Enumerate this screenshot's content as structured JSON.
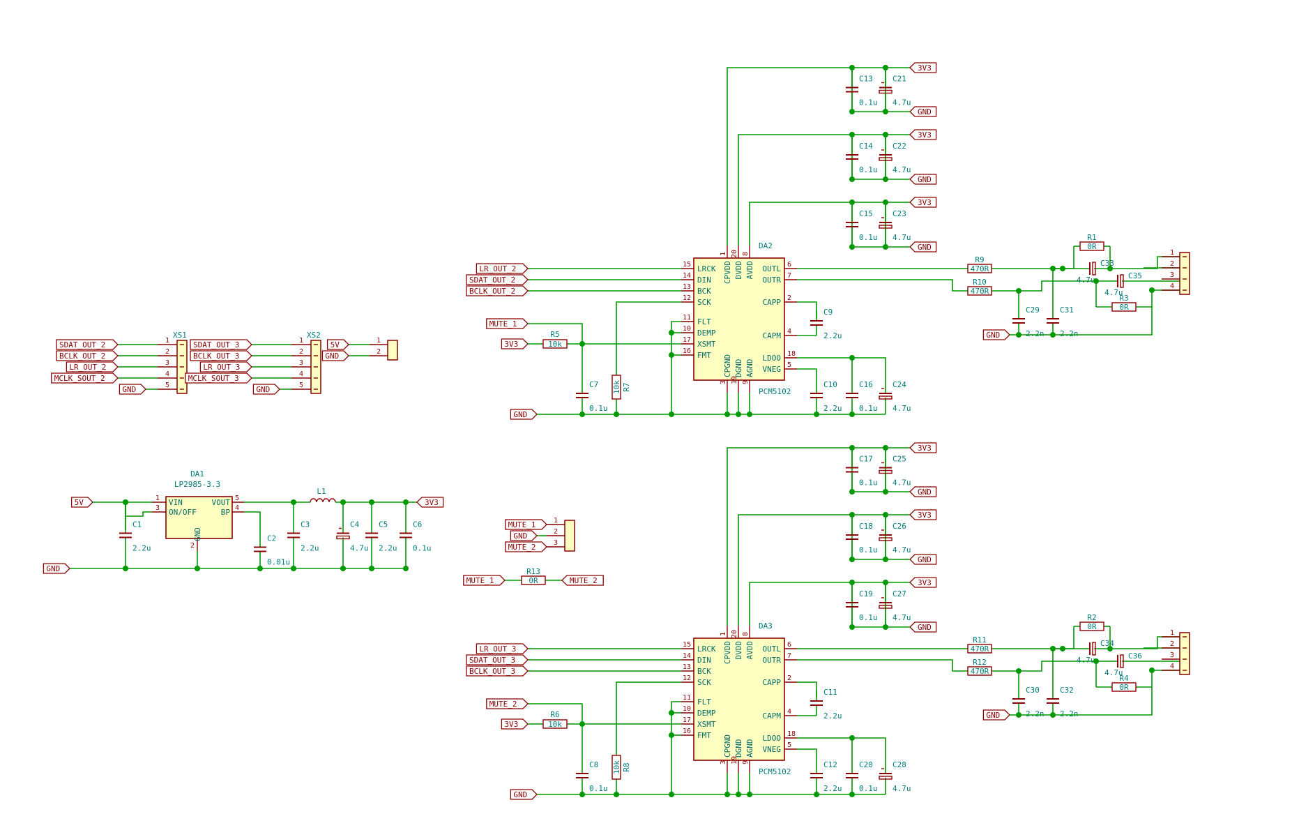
{
  "colors": {
    "wire": "#009900",
    "component": "#8b0000",
    "component_fill": "#ffffc2",
    "reference_text": "#007c7c",
    "pin_number": "#8b0000",
    "pin_name": "#006a6a"
  },
  "ics": [
    {
      "ref": "DA2",
      "part": "PCM5102",
      "pins_left": [
        {
          "name": "LRCK",
          "num": "15"
        },
        {
          "name": "DIN",
          "num": "14"
        },
        {
          "name": "BCK",
          "num": "13"
        },
        {
          "name": "SCK",
          "num": "12"
        },
        {
          "name": "FLT",
          "num": "11"
        },
        {
          "name": "DEMP",
          "num": "10"
        },
        {
          "name": "XSMT",
          "num": "17"
        },
        {
          "name": "FMT",
          "num": "16"
        }
      ],
      "pins_right": [
        {
          "name": "OUTL",
          "num": "6"
        },
        {
          "name": "OUTR",
          "num": "7"
        },
        {
          "name": "CAPP",
          "num": "2"
        },
        {
          "name": "CAPM",
          "num": "4"
        },
        {
          "name": "LDOO",
          "num": "18"
        },
        {
          "name": "VNEG",
          "num": "5"
        }
      ],
      "pins_top": [
        {
          "name": "CPVDD",
          "num": "1"
        },
        {
          "name": "DVDD",
          "num": "20"
        },
        {
          "name": "AVDD",
          "num": "8"
        }
      ],
      "pins_bottom": [
        {
          "name": "CPGND",
          "num": "3"
        },
        {
          "name": "DGND",
          "num": "19"
        },
        {
          "name": "AGND",
          "num": "9"
        }
      ],
      "inputs": [
        "LR_OUT_2",
        "SDAT_OUT_2",
        "BCLK_OUT_2"
      ],
      "mute": "MUTE_1",
      "resistor": {
        "ref": "R5",
        "value": "10k"
      },
      "sck_resistor": {
        "ref": "R7",
        "value": "10k"
      },
      "bypass_cap": {
        "ref": "C7",
        "value": "0.1u"
      },
      "cap_pump": {
        "ref": "C9",
        "value": "2.2u"
      },
      "vneg_cap": {
        "ref": "C10",
        "value": "2.2u"
      },
      "ldo_caps": [
        {
          "ref": "C16",
          "value": "0.1u"
        },
        {
          "ref": "C24",
          "value": "4.7u"
        }
      ],
      "supply_decoupling": [
        {
          "c": {
            "ref": "C13",
            "value": "0.1u"
          },
          "e": {
            "ref": "C21",
            "value": "4.7u"
          }
        },
        {
          "c": {
            "ref": "C14",
            "value": "0.1u"
          },
          "e": {
            "ref": "C22",
            "value": "4.7u"
          }
        },
        {
          "c": {
            "ref": "C15",
            "value": "0.1u"
          },
          "e": {
            "ref": "C23",
            "value": "4.7u"
          }
        }
      ],
      "output": {
        "r_left": {
          "ref": "R9",
          "value": "470R"
        },
        "r_right": {
          "ref": "R10",
          "value": "470R"
        },
        "c_left": {
          "ref": "C29",
          "value": "2.2n"
        },
        "c_right": {
          "ref": "C31",
          "value": "2.2n"
        },
        "r_top": {
          "ref": "R1",
          "value": "0R"
        },
        "r_bot": {
          "ref": "R3",
          "value": "0R"
        },
        "e_top": {
          "ref": "C33",
          "value": "4.7u"
        },
        "e_bot": {
          "ref": "C35",
          "value": "4.7u"
        },
        "connector_pins": [
          "1",
          "2",
          "3",
          "4"
        ]
      }
    },
    {
      "ref": "DA3",
      "part": "PCM5102",
      "pins_left": [
        {
          "name": "LRCK",
          "num": "15"
        },
        {
          "name": "DIN",
          "num": "14"
        },
        {
          "name": "BCK",
          "num": "13"
        },
        {
          "name": "SCK",
          "num": "12"
        },
        {
          "name": "FLT",
          "num": "11"
        },
        {
          "name": "DEMP",
          "num": "10"
        },
        {
          "name": "XSMT",
          "num": "17"
        },
        {
          "name": "FMT",
          "num": "16"
        }
      ],
      "pins_right": [
        {
          "name": "OUTL",
          "num": "6"
        },
        {
          "name": "OUTR",
          "num": "7"
        },
        {
          "name": "CAPP",
          "num": "2"
        },
        {
          "name": "CAPM",
          "num": "4"
        },
        {
          "name": "LDOO",
          "num": "18"
        },
        {
          "name": "VNEG",
          "num": "5"
        }
      ],
      "pins_top": [
        {
          "name": "CPVDD",
          "num": "1"
        },
        {
          "name": "DVDD",
          "num": "20"
        },
        {
          "name": "AVDD",
          "num": "8"
        }
      ],
      "pins_bottom": [
        {
          "name": "CPGND",
          "num": "3"
        },
        {
          "name": "DGND",
          "num": "19"
        },
        {
          "name": "AGND",
          "num": "9"
        }
      ],
      "inputs": [
        "LR_OUT_3",
        "SDAT_OUT_3",
        "BCLK_OUT_3"
      ],
      "mute": "MUTE_2",
      "resistor": {
        "ref": "R6",
        "value": "10k"
      },
      "sck_resistor": {
        "ref": "R8",
        "value": "10k"
      },
      "bypass_cap": {
        "ref": "C8",
        "value": "0.1u"
      },
      "cap_pump": {
        "ref": "C11",
        "value": "2.2u"
      },
      "vneg_cap": {
        "ref": "C12",
        "value": "2.2u"
      },
      "ldo_caps": [
        {
          "ref": "C20",
          "value": "0.1u"
        },
        {
          "ref": "C28",
          "value": "4.7u"
        }
      ],
      "supply_decoupling": [
        {
          "c": {
            "ref": "C17",
            "value": "0.1u"
          },
          "e": {
            "ref": "C25",
            "value": "4.7u"
          }
        },
        {
          "c": {
            "ref": "C18",
            "value": "0.1u"
          },
          "e": {
            "ref": "C26",
            "value": "4.7u"
          }
        },
        {
          "c": {
            "ref": "C19",
            "value": "0.1u"
          },
          "e": {
            "ref": "C27",
            "value": "4.7u"
          }
        }
      ],
      "output": {
        "r_left": {
          "ref": "R11",
          "value": "470R"
        },
        "r_right": {
          "ref": "R12",
          "value": "470R"
        },
        "c_left": {
          "ref": "C30",
          "value": "2.2n"
        },
        "c_right": {
          "ref": "C32",
          "value": "2.2n"
        },
        "r_top": {
          "ref": "R2",
          "value": "0R"
        },
        "r_bot": {
          "ref": "R4",
          "value": "0R"
        },
        "e_top": {
          "ref": "C34",
          "value": "4.7u"
        },
        "e_bot": {
          "ref": "C36",
          "value": "4.7u"
        },
        "connector_pins": [
          "1",
          "2",
          "3",
          "4"
        ]
      }
    }
  ],
  "xs1": {
    "ref": "XS1",
    "pins": [
      {
        "num": "1",
        "net": "SDAT_OUT_2"
      },
      {
        "num": "2",
        "net": "BCLK_OUT_2"
      },
      {
        "num": "3",
        "net": "LR_OUT_2"
      },
      {
        "num": "4",
        "net": "MCLK_SOUT_2"
      },
      {
        "num": "5",
        "net": "GND"
      }
    ]
  },
  "xs2": {
    "ref": "XS2",
    "pins": [
      {
        "num": "1",
        "net": "SDAT_OUT_3"
      },
      {
        "num": "2",
        "net": "BCLK_OUT_3"
      },
      {
        "num": "3",
        "net": "LR_OUT_3"
      },
      {
        "num": "4",
        "net": "MCLK_SOUT_3"
      },
      {
        "num": "5",
        "net": "GND"
      }
    ]
  },
  "power_connector": {
    "pins": [
      {
        "num": "1",
        "net": "5V"
      },
      {
        "num": "2",
        "net": "GND"
      }
    ]
  },
  "mute_connector": {
    "pins": [
      {
        "num": "1",
        "net": "MUTE_1"
      },
      {
        "num": "2",
        "net": "GND"
      },
      {
        "num": "3",
        "net": "MUTE_2"
      }
    ]
  },
  "mute_link": {
    "left": "MUTE_1",
    "ref": "R13",
    "value": "0R",
    "right": "MUTE_2"
  },
  "regulator": {
    "ref": "DA1",
    "part": "LP2985-3.3",
    "pins": {
      "vin": "VIN",
      "onoff": "ON/OFF",
      "vout": "VOUT",
      "bp": "BP",
      "gnd": "GND"
    },
    "pin_nums": {
      "vin": "1",
      "onoff": "3",
      "vout": "5",
      "bp": "4",
      "gnd": "2"
    },
    "input_net": "5V",
    "output_net": "3V3",
    "ground_net": "GND",
    "inductor": {
      "ref": "L1"
    },
    "caps": [
      {
        "ref": "C1",
        "value": "2.2u"
      },
      {
        "ref": "C2",
        "value": "0.01u"
      },
      {
        "ref": "C3",
        "value": "2.2u"
      },
      {
        "ref": "C4",
        "value": "4.7u"
      },
      {
        "ref": "C5",
        "value": "2.2u"
      },
      {
        "ref": "C6",
        "value": "0.1u"
      }
    ]
  },
  "nets": {
    "supply": "3V3",
    "ground": "GND"
  }
}
